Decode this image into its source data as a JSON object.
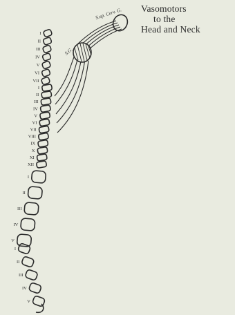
{
  "caption": {
    "line1": "Vasomotors",
    "line2": "to the",
    "line3": "Head and Neck"
  },
  "ganglia": {
    "superior": "S.up. Cerv. G.",
    "stellate": "S.G."
  },
  "vertebra_labels": {
    "cervical": [
      "I",
      "II",
      "III",
      "IV",
      "V",
      "VI",
      "VII"
    ],
    "thoracic": [
      "I",
      "II",
      "III",
      "IV",
      "V",
      "VI",
      "VII",
      "VIII",
      "IX",
      "X",
      "XI",
      "XII"
    ],
    "lumbar": [
      "I",
      "II",
      "III",
      "IV",
      "V"
    ],
    "sacral": [
      "I",
      "II",
      "III",
      "IV",
      "V"
    ]
  }
}
